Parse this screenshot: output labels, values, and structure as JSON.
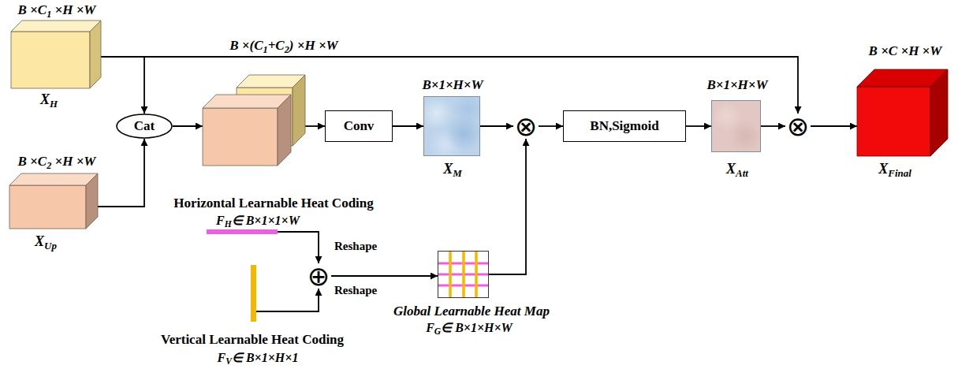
{
  "diagram": {
    "nodes": [
      {
        "text": [
          "B ×C1 ×H ×W",
          "XH"
        ]
      },
      {
        "text": [
          "B ×C2 ×H ×W",
          "XUp"
        ]
      },
      {
        "text": [
          "Cat"
        ]
      },
      {
        "text": [
          "B ×(C1+C2) ×H ×W"
        ]
      },
      {
        "text": [
          "Conv"
        ]
      },
      {
        "text": [
          "B×1×H×W",
          "XM"
        ]
      },
      {
        "text": [
          "⊗"
        ]
      },
      {
        "text": [
          "BN,Sigmoid"
        ]
      },
      {
        "text": [
          "B×1×H×W",
          "XAtt"
        ]
      },
      {
        "text": [
          "⊗"
        ]
      },
      {
        "text": [
          "B ×C ×H ×W",
          "XFinal"
        ]
      },
      {
        "text": [
          "Horizontal Learnable Heat Coding",
          "FH∈ B×1×1×W"
        ]
      },
      {
        "text": [
          "Vertical Learnable Heat Coding",
          "FV∈ B×1×H×1"
        ]
      },
      {
        "text": [
          "⊕"
        ]
      },
      {
        "text": [
          "Global Learnable Heat Map",
          "FG∈ B×1×H×W"
        ]
      }
    ],
    "edges": [
      {
        "from": 0,
        "to": 2,
        "arrow": "to"
      },
      {
        "from": 1,
        "to": 2,
        "arrow": "to"
      },
      {
        "from": 2,
        "to": 3,
        "arrow": "to"
      },
      {
        "from": 3,
        "to": 4,
        "arrow": "to"
      },
      {
        "from": 4,
        "to": 5,
        "arrow": "to"
      },
      {
        "from": 5,
        "to": 6,
        "arrow": "to"
      },
      {
        "from": 6,
        "to": 7,
        "arrow": "to"
      },
      {
        "from": 7,
        "to": 8,
        "arrow": "to"
      },
      {
        "from": 8,
        "to": 9,
        "arrow": "to"
      },
      {
        "from": 9,
        "to": 10,
        "arrow": "to"
      },
      {
        "from": 0,
        "to": 9,
        "arrow": "to"
      },
      {
        "from": 11,
        "to": 13,
        "arrow": "to"
      },
      {
        "from": 12,
        "to": 13,
        "arrow": "to"
      },
      {
        "from": 13,
        "to": 14,
        "arrow": "to"
      },
      {
        "from": 14,
        "to": 6,
        "arrow": "to"
      }
    ],
    "labels": [
      "Reshape",
      "Reshape"
    ]
  }
}
